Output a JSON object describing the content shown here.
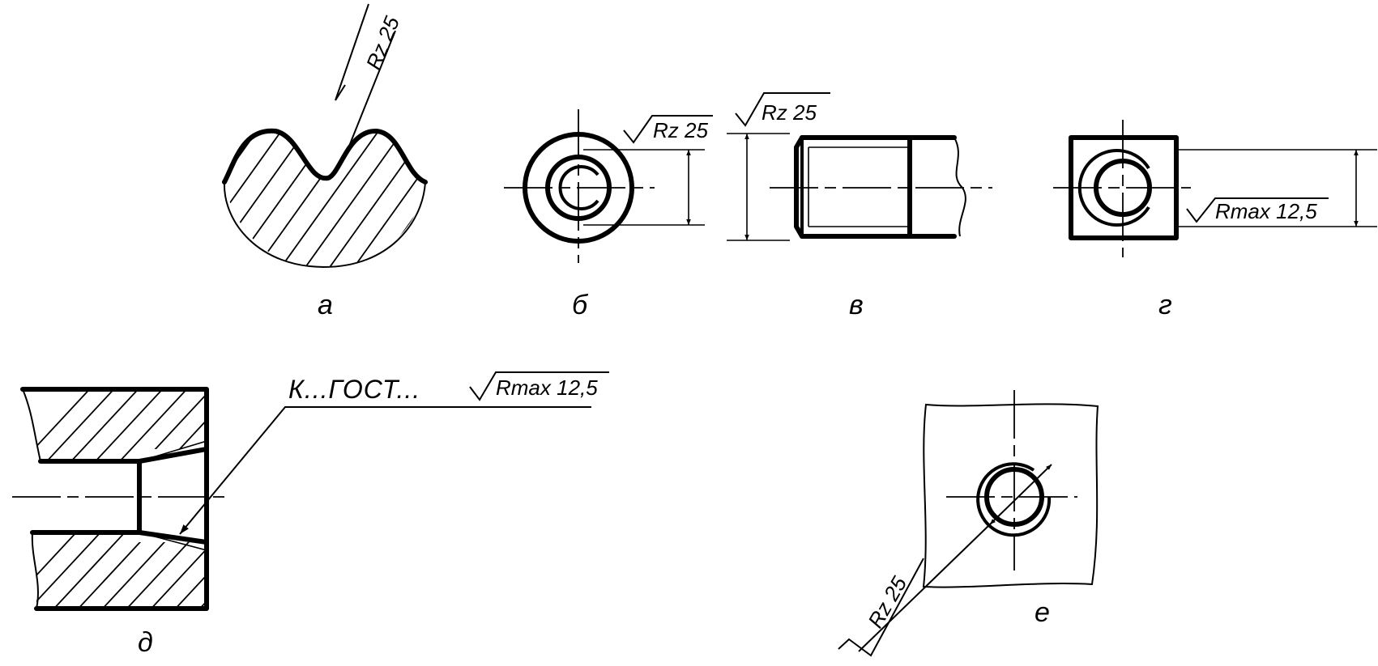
{
  "captions": [
    "а",
    "б",
    "в",
    "г",
    "д",
    "е"
  ],
  "notes": {
    "a": "Rz 25",
    "b": "Rz 25",
    "v": "Rz 25",
    "g": "Rmax 12,5",
    "d_prefix": "К...ГОСТ...",
    "d_value": "Rmax 12,5",
    "e": "Rz 25"
  }
}
